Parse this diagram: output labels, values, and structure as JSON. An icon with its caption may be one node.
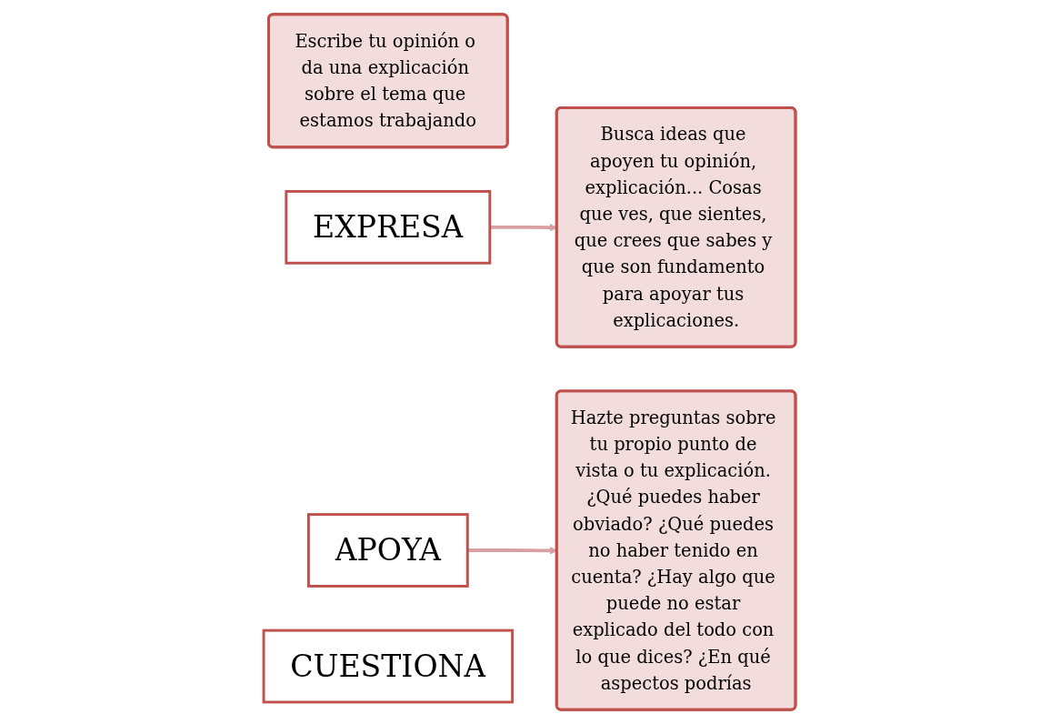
{
  "diagram": {
    "nodes": [
      {
        "text": [
          "Escribe tu opinión o da una explicación sobre el tema que estamos trabajando"
        ]
      },
      {
        "text": [
          "EXPRESA"
        ]
      },
      {
        "text": [
          "Busca ideas que apoyen tu opinión, explicación... Cosas que ves, que sientes, que crees que sabes y que son fundamento para apoyar tus explicaciones."
        ]
      },
      {
        "text": [
          "APOYA"
        ]
      },
      {
        "text": [
          "Hazte preguntas sobre tu propio punto de vista o tu explicación. ¿Qué puedes haber obviado? ¿Qué puedes no haber tenido en cuenta? ¿Hay algo que puede no estar explicado del todo con lo que dices? ¿En qué aspectos podrías"
        ]
      },
      {
        "text": [
          "CUESTIONA"
        ]
      }
    ],
    "edges": [
      {
        "from": 1,
        "to": 2,
        "arrow": "to"
      },
      {
        "from": 3,
        "to": 4,
        "arrow": "to"
      }
    ]
  }
}
